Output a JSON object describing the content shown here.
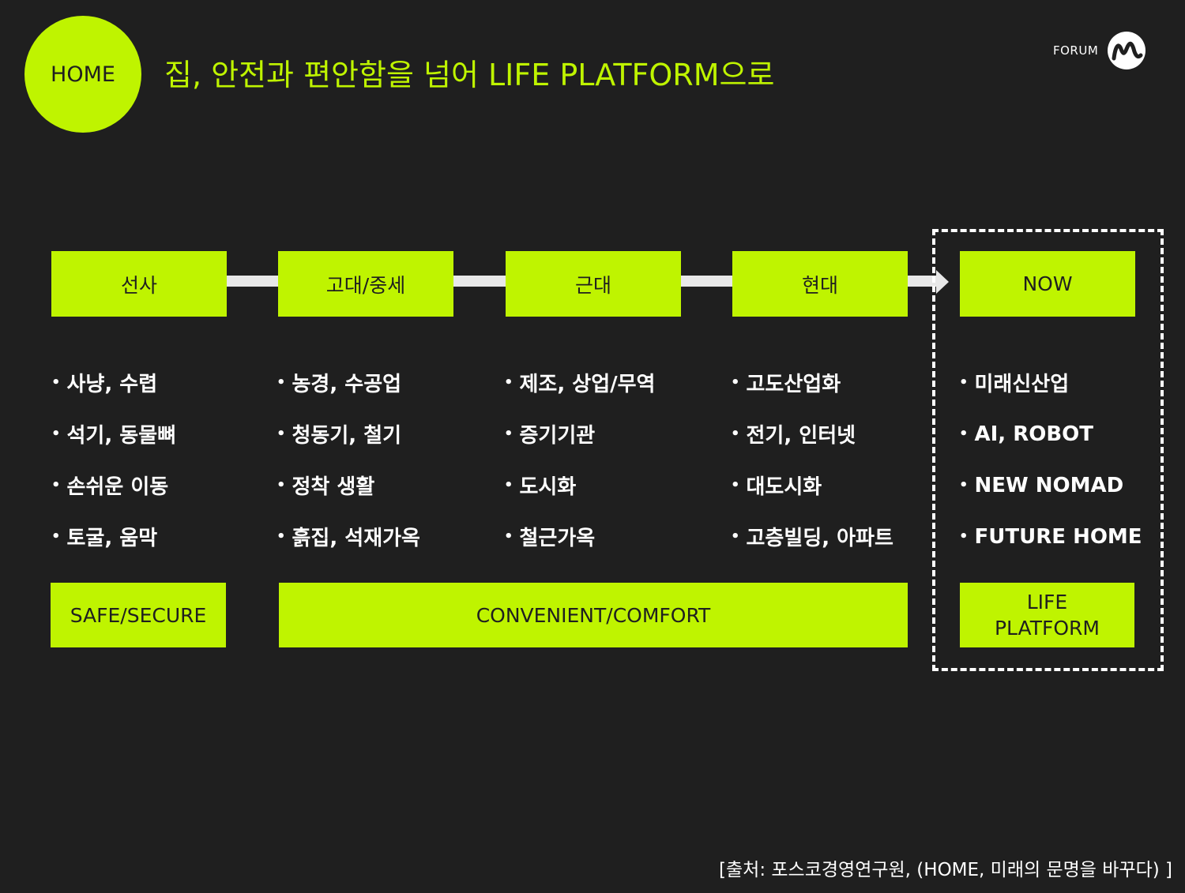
{
  "header": {
    "badge": "HOME",
    "title": "집, 안전과 편안함을 넘어 LIFE PLATFORM으로",
    "brand_text": "FORUM",
    "brand_icon": "m-wave-logo-icon"
  },
  "colors": {
    "accent": "#bff400",
    "background": "#1f1f1f",
    "text": "#ffffff"
  },
  "eras": [
    {
      "label": "선사",
      "items": [
        "사냥, 수렵",
        "석기, 동물뼈",
        "손쉬운 이동",
        "토굴, 움막"
      ]
    },
    {
      "label": "고대/중세",
      "items": [
        "농경, 수공업",
        "청동기, 철기",
        "정착 생활",
        "흙집, 석재가옥"
      ]
    },
    {
      "label": "근대",
      "items": [
        "제조, 상업/무역",
        "증기기관",
        "도시화",
        "철근가옥"
      ]
    },
    {
      "label": "현대",
      "items": [
        "고도산업화",
        "전기, 인터넷",
        "대도시화",
        "고층빌딩, 아파트"
      ]
    },
    {
      "label": "NOW",
      "items": [
        "미래신산업",
        "AI, ROBOT",
        "NEW NOMAD",
        "FUTURE HOME"
      ]
    }
  ],
  "values": {
    "safe": "SAFE/SECURE",
    "convenient": "CONVENIENT/COMFORT",
    "life_line1": "LIFE",
    "life_line2": "PLATFORM"
  },
  "bullet": "•",
  "source": "[출처: 포스코경영연구원, (HOME, 미래의 문명을 바꾸다) ]"
}
